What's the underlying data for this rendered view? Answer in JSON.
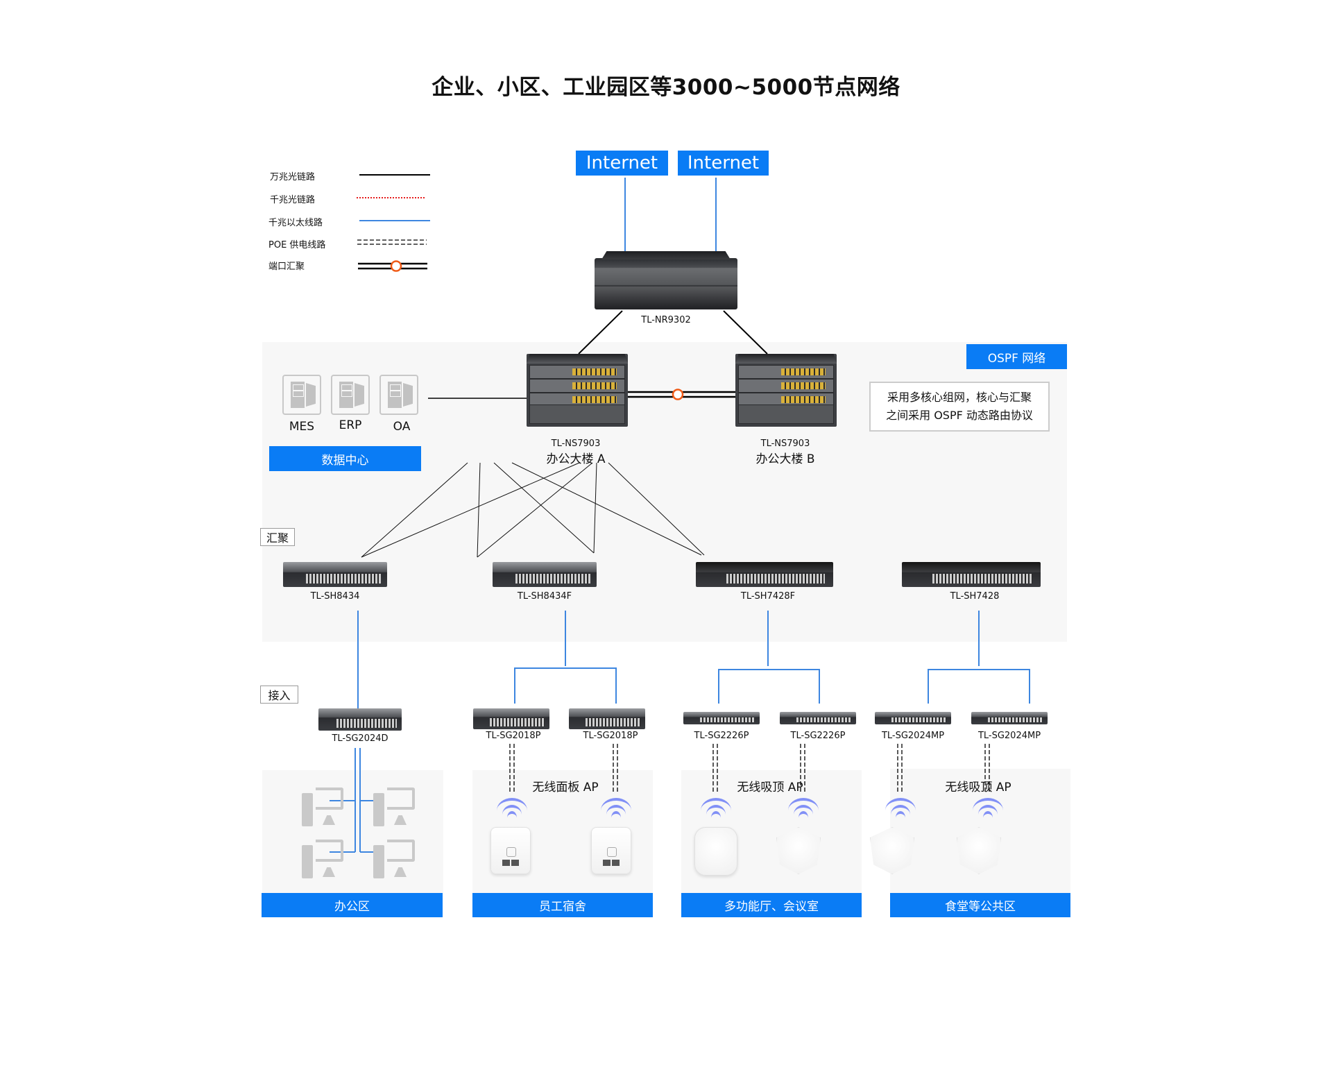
{
  "title": "企业、小区、工业园区等3000~5000节点网络",
  "legend": [
    {
      "label": "万兆光链路",
      "style": "solid-black"
    },
    {
      "label": "千兆光链路",
      "style": "dotted-red"
    },
    {
      "label": "千兆以太线路",
      "style": "solid-blue"
    },
    {
      "label": "POE 供电线路",
      "style": "double-dashed"
    },
    {
      "label": "端口汇聚",
      "style": "double-line-orange-ring"
    }
  ],
  "internet": [
    {
      "label": "Internet"
    },
    {
      "label": "Internet"
    }
  ],
  "router": {
    "model": "TL-NR9302"
  },
  "ospf_badge": "OSPF 网络",
  "ospf_note": [
    "采用多核心组网，核心与汇聚",
    "之间采用 OSPF 动态路由协议"
  ],
  "data_center": {
    "label": "数据中心",
    "servers": [
      {
        "label": "MES"
      },
      {
        "label": "ERP"
      },
      {
        "label": "OA"
      }
    ]
  },
  "core": [
    {
      "model": "TL-NS7903",
      "location": "办公大楼 A"
    },
    {
      "model": "TL-NS7903",
      "location": "办公大楼 B"
    }
  ],
  "layers": {
    "aggregation": "汇聚",
    "access": "接入"
  },
  "aggregation": [
    {
      "model": "TL-SH8434"
    },
    {
      "model": "TL-SH8434F"
    },
    {
      "model": "TL-SH7428F"
    },
    {
      "model": "TL-SH7428"
    }
  ],
  "access": [
    {
      "model": "TL-SG2024D"
    },
    {
      "model": "TL-SG2018P"
    },
    {
      "model": "TL-SG2018P"
    },
    {
      "model": "TL-SG2226P"
    },
    {
      "model": "TL-SG2226P"
    },
    {
      "model": "TL-SG2024MP"
    },
    {
      "model": "TL-SG2024MP"
    }
  ],
  "ap_labels": [
    "无线面板 AP",
    "无线吸顶 AP",
    "无线吸顶 AP"
  ],
  "zones": [
    {
      "label": "办公区"
    },
    {
      "label": "员工宿舍"
    },
    {
      "label": "多功能厅、会议室"
    },
    {
      "label": "食堂等公共区"
    }
  ],
  "colors": {
    "accent_blue": "#0a7cf5",
    "ethernet_blue": "#3d86e0",
    "aggregation_orange": "#f05a16",
    "gigabit_fiber_red": "#e51c1c",
    "panel_grey": "#f7f7f7"
  }
}
